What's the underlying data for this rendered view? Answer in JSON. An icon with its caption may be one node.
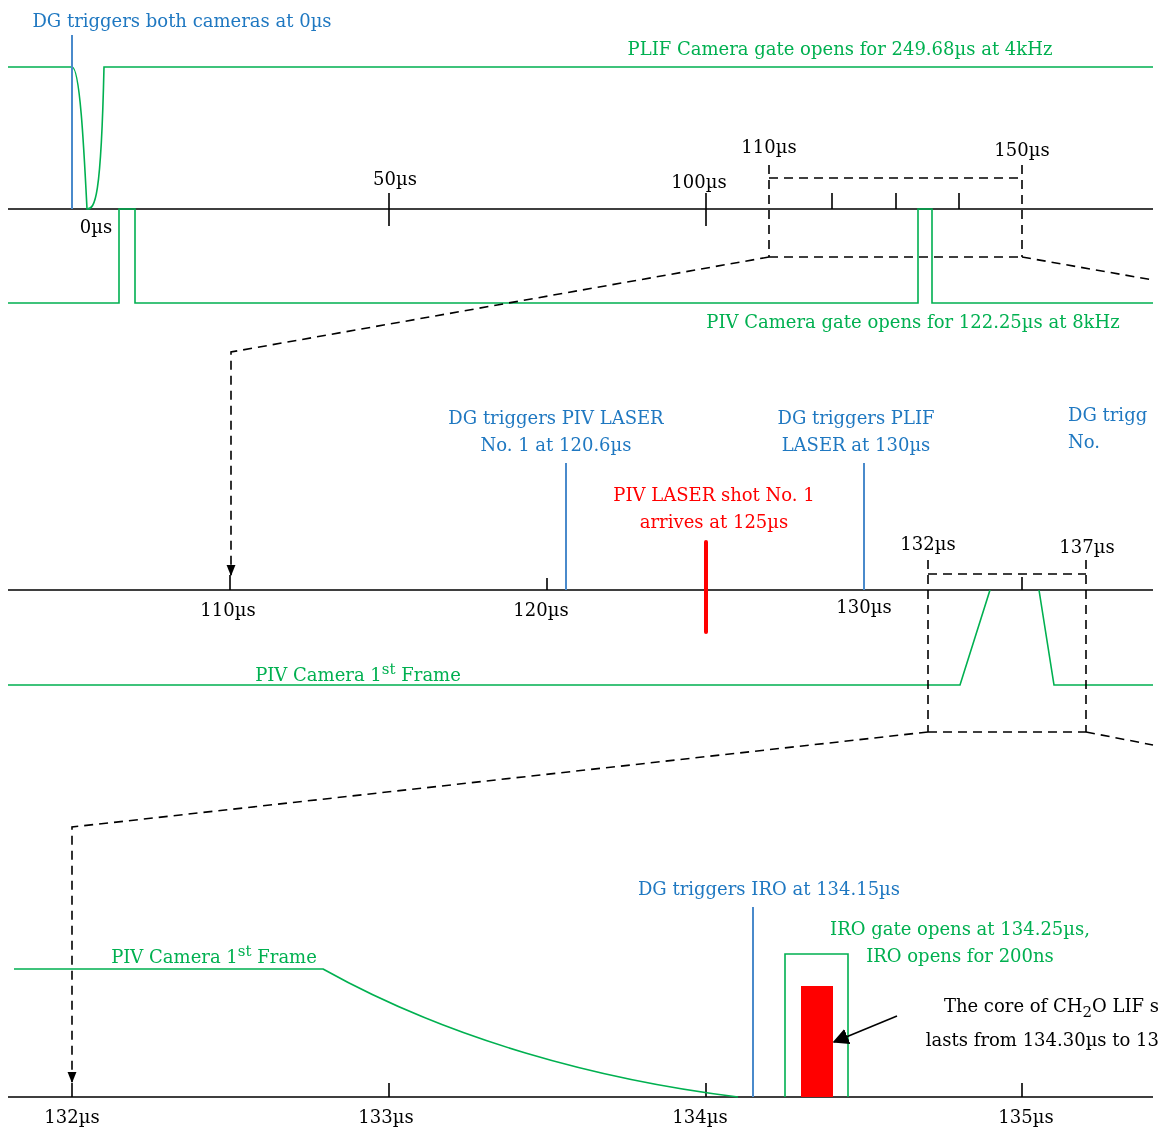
{
  "diagram": {
    "nodes": [
      {
        "text": [
          "The core of CH$_{2}$O LIF s lasts from 134.30µs to 13"
        ]
      },
      {
        "text": [],
        "shape": "bar"
      }
    ],
    "edges": [
      {
        "from": 0,
        "to": 1,
        "arrow": "to"
      }
    ],
    "labels": [
      "DG triggers both cameras at 0µs",
      "PLIF Camera gate opens for 249.68µs at 4kHz",
      "110µs",
      "150µs",
      "50µs",
      "100µs",
      "0µs",
      "PIV Camera gate opens for 122.25µs at 8kHz",
      "DG triggers PIV LASER No. 1 at 120.6µs",
      "DG triggers PLIF LASER at 130µs",
      "DG trigg No.",
      "PIV LASER shot No. 1 arrives at 125µs",
      "132µs",
      "137µs",
      "110µs",
      "120µs",
      "130µs",
      "PIV Camera 1$^{st}$ Frame",
      "DG triggers IRO at 134.15µs",
      "IRO gate opens at 134.25µs, IRO opens for 200ns",
      "PIV Camera 1$^{st}$ Frame",
      "132µs",
      "133µs",
      "134µs",
      "135µs"
    ]
  }
}
